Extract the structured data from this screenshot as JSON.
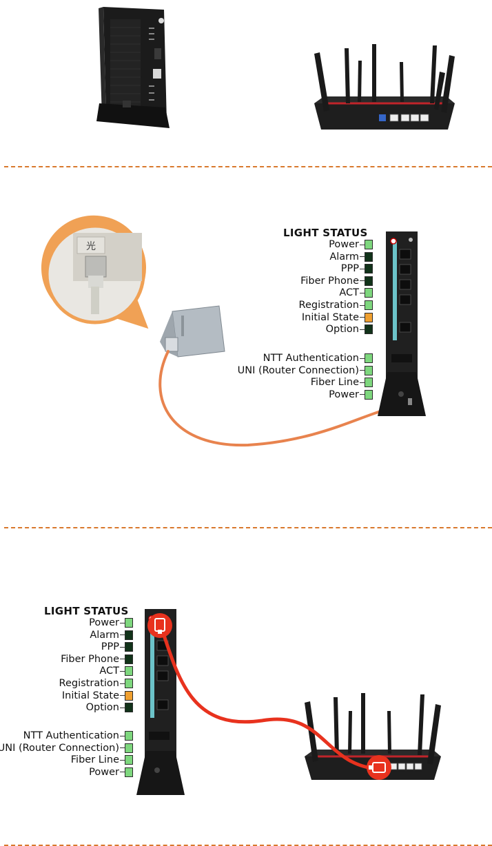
{
  "colors": {
    "divider": "#d9782c",
    "led_green": "#7ed77e",
    "led_dark": "#12331a",
    "led_orange": "#f0a030",
    "fiber_cable": "#e8834e",
    "lan_cable": "#e8321e"
  },
  "panel_fiber": {
    "title": "LIGHT STATUS",
    "upper_leds": [
      {
        "label": "Power",
        "state": "green"
      },
      {
        "label": "Alarm",
        "state": "dark"
      },
      {
        "label": "PPP",
        "state": "dark"
      },
      {
        "label": "Fiber Phone",
        "state": "dark"
      },
      {
        "label": "ACT",
        "state": "green"
      },
      {
        "label": "Registration",
        "state": "green"
      },
      {
        "label": "Initial State",
        "state": "orange"
      },
      {
        "label": "Option",
        "state": "dark"
      }
    ],
    "lower_leds": [
      {
        "label": "NTT Authentication",
        "state": "green"
      },
      {
        "label": "UNI (Router Connection)",
        "state": "green"
      },
      {
        "label": "Fiber Line",
        "state": "green"
      },
      {
        "label": "Power",
        "state": "green"
      }
    ]
  },
  "panel_lan": {
    "title": "LIGHT STATUS",
    "upper_leds": [
      {
        "label": "Power",
        "state": "green"
      },
      {
        "label": "Alarm",
        "state": "dark"
      },
      {
        "label": "PPP",
        "state": "dark"
      },
      {
        "label": "Fiber Phone",
        "state": "dark"
      },
      {
        "label": "ACT",
        "state": "green"
      },
      {
        "label": "Registration",
        "state": "green"
      },
      {
        "label": "Initial State",
        "state": "orange"
      },
      {
        "label": "Option",
        "state": "dark"
      }
    ],
    "lower_leds": [
      {
        "label": "NTT Authentication",
        "state": "green"
      },
      {
        "label": "UNI (Router Connection)",
        "state": "green"
      },
      {
        "label": "Fiber Line",
        "state": "green"
      },
      {
        "label": "Power",
        "state": "green"
      }
    ]
  },
  "wall_outlet": {
    "jack_label": "光"
  },
  "icons": [
    "ethernet-plug-icon",
    "ethernet-plug-icon"
  ]
}
